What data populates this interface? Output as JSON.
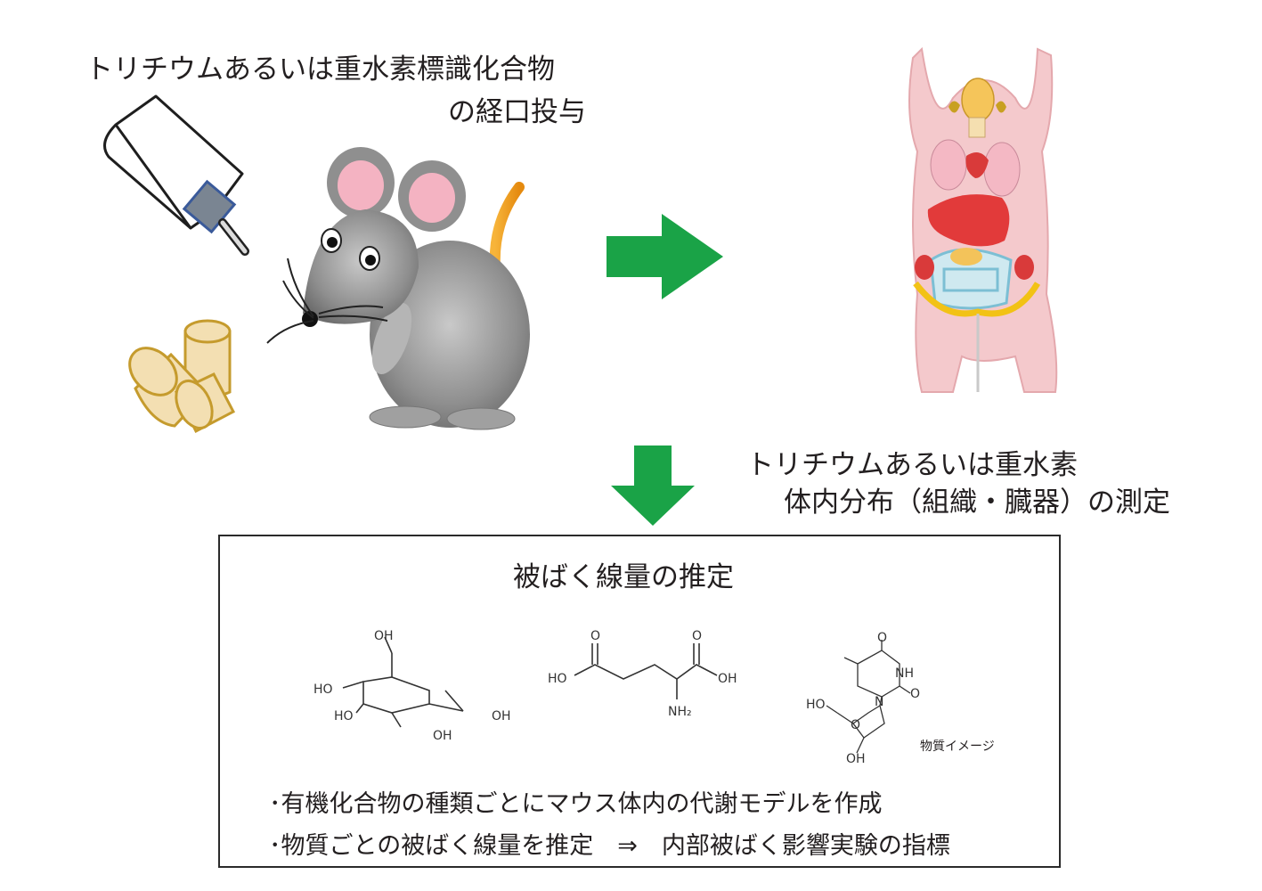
{
  "labels": {
    "administration_line1": "トリチウムあるいは重水素標識化合物",
    "administration_line2": "の経口投与",
    "measurement_line1": "トリチウムあるいは重水素",
    "measurement_line2": "体内分布（組織・臓器）の測定",
    "box_title": "被ばく線量の推定",
    "bullet1": "･有機化合物の種類ごとにマウス体内の代謝モデルを作成",
    "bullet2": "･物質ごとの被ばく線量を推定　⇒　内部被ばく影響実験の指標",
    "molecule_caption": "物質イメージ"
  },
  "molecules": {
    "glucose": {
      "oh_top": "OH",
      "ho_left": "HO",
      "ho_mid": "HO",
      "oh_bottom": "OH",
      "oh_right": "OH"
    },
    "glutamate": {
      "o_left": "O",
      "o_right": "O",
      "ho": "HO",
      "oh": "OH",
      "nh2": "NH₂"
    },
    "thymidine": {
      "o_top": "O",
      "nh": "NH",
      "o_right": "O",
      "n": "N",
      "ho": "HO",
      "o_ring": "O",
      "oh": "OH"
    }
  },
  "colors": {
    "arrow_green": "#1aa347",
    "mouse_grey": "#8c8c8c",
    "mouse_ear_pink": "#f4b3c2",
    "tail_orange": "#f5a11c",
    "body_pink": "#f4c9cc",
    "organ_red": "#e23a3a",
    "pellet_tan": "#f3dfb2",
    "bottle_cap_blue": "#6f86a8"
  },
  "icons": [
    "water-bottle-icon",
    "food-pellets-icon",
    "mouse-icon",
    "dissected-mouse-icon",
    "right-arrow-icon",
    "down-arrow-icon"
  ]
}
